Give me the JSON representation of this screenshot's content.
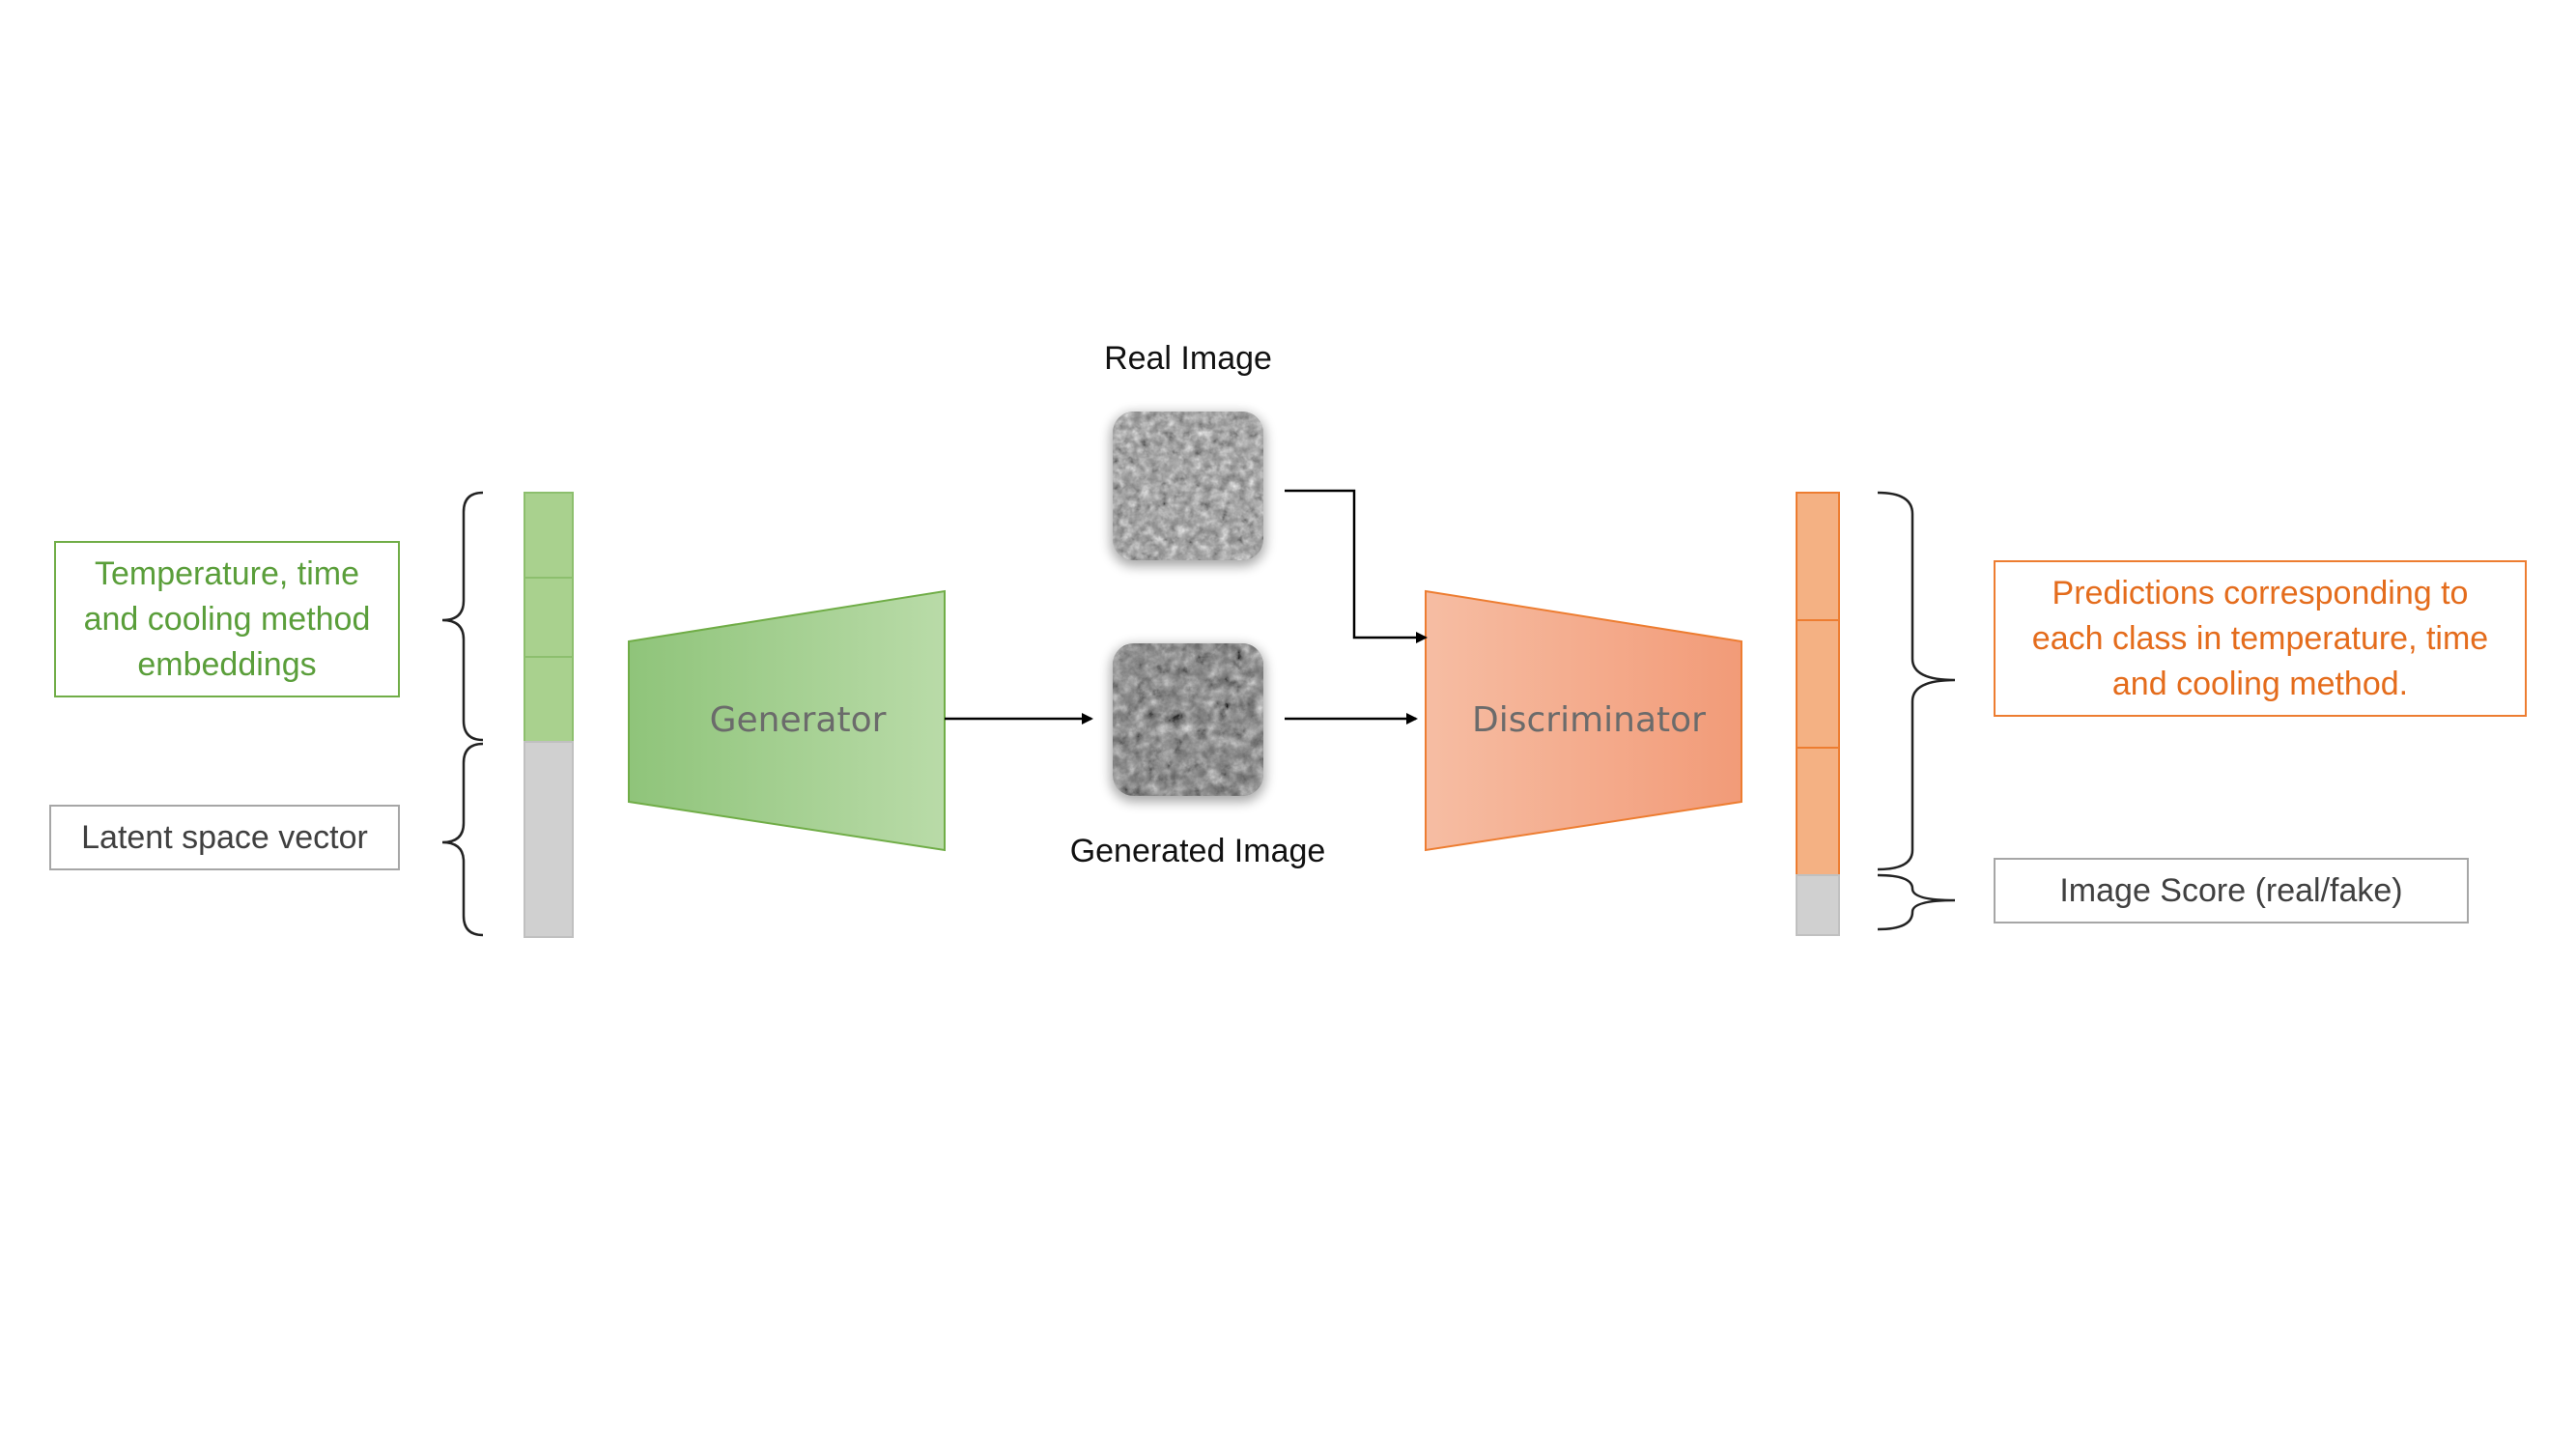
{
  "colors": {
    "green_border": "#70ad47",
    "green_text": "#5a9e3a",
    "orange_border": "#ed7d31",
    "orange_text": "#e46c1c",
    "gray_border": "#a6a6a6",
    "gray_text": "#404040",
    "arrow": "#000000"
  },
  "left": {
    "embedding_box": "Temperature, time\nand cooling method\nembeddings",
    "latent_box": "Latent space vector"
  },
  "generator": {
    "label": "Generator"
  },
  "discriminator": {
    "label": "Discriminator"
  },
  "real_image": {
    "caption": "Real Image"
  },
  "generated_image": {
    "caption": "Generated Image"
  },
  "right": {
    "predictions_box": "Predictions corresponding to\neach class in temperature, time\nand cooling method.",
    "score_box": "Image Score (real/fake)"
  }
}
